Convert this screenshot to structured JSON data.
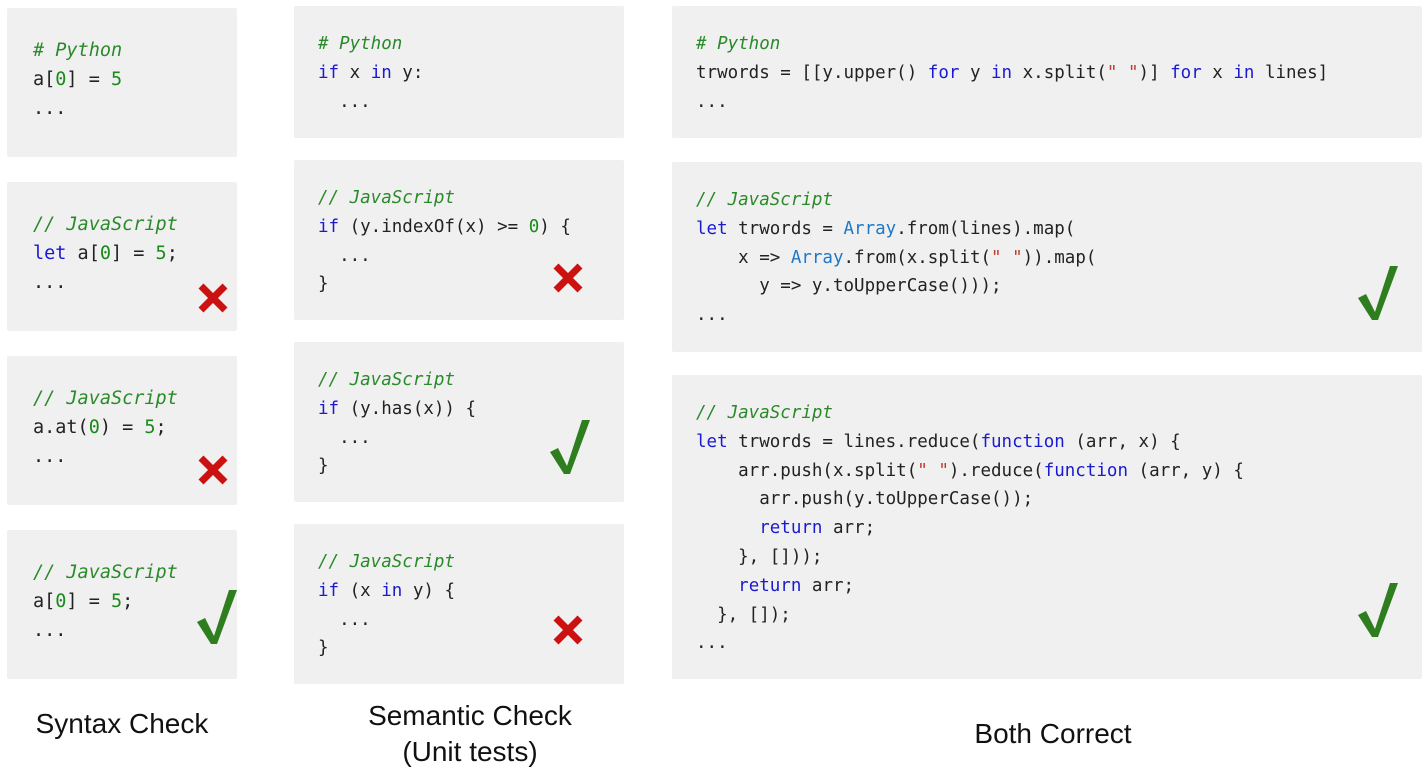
{
  "columns": {
    "syntax": {
      "caption": "Syntax Check",
      "cards": [
        {
          "comment": "# Python",
          "line2a": "a[",
          "line2b": "0",
          "line2c": "] = ",
          "line2d": "5",
          "more": "..."
        },
        {
          "comment": "// JavaScript",
          "kw": "let",
          "line2a": " a[",
          "line2b": "0",
          "line2c": "] = ",
          "line2d": "5",
          "line2e": ";",
          "more": "...",
          "verdict": "incorrect"
        },
        {
          "comment": "// JavaScript",
          "line2a": "a.at(",
          "line2b": "0",
          "line2c": ") = ",
          "line2d": "5",
          "line2e": ";",
          "more": "...",
          "verdict": "incorrect"
        },
        {
          "comment": "// JavaScript",
          "line2a": "a[",
          "line2b": "0",
          "line2c": "] = ",
          "line2d": "5",
          "line2e": ";",
          "more": "...",
          "verdict": "correct"
        }
      ]
    },
    "semantic": {
      "caption_line1": "Semantic Check",
      "caption_line2": "(Unit tests)",
      "cards": [
        {
          "comment": "# Python",
          "kw1": "if",
          "mid": " x ",
          "kw2": "in",
          "end": " y:",
          "more": "  ..."
        },
        {
          "comment": "// JavaScript",
          "kw1": "if",
          "mid": " (y.indexOf(x) >= ",
          "num": "0",
          "end": ") {",
          "more": "  ...",
          "close": "}",
          "verdict": "incorrect"
        },
        {
          "comment": "// JavaScript",
          "kw1": "if",
          "mid": " (y.has(x)) {",
          "more": "  ...",
          "close": "}",
          "verdict": "correct"
        },
        {
          "comment": "// JavaScript",
          "kw1": "if",
          "mid": " (x ",
          "kw2": "in",
          "end": " y) {",
          "more": "  ...",
          "close": "}",
          "verdict": "incorrect"
        }
      ]
    },
    "both": {
      "caption": "Both Correct",
      "cards": [
        {
          "comment": "# Python",
          "l1a": "trwords = [[y.upper() ",
          "l1kw1": "for",
          "l1b": " y ",
          "l1kw2": "in",
          "l1c": " x.split(",
          "l1str": "\" \"",
          "l1d": ")] ",
          "l1kw3": "for",
          "l1e": " x ",
          "l1kw4": "in",
          "l1f": " lines]",
          "more": "..."
        },
        {
          "comment": "// JavaScript",
          "l1kw": "let",
          "l1a": " trwords = ",
          "l1cls": "Array",
          "l1b": ".from(lines).map(",
          "l2a": "    x => ",
          "l2cls": "Array",
          "l2b": ".from(x.split(",
          "l2str": "\" \"",
          "l2c": ")).map(",
          "l3": "      y => y.toUpperCase()));",
          "more": "...",
          "verdict": "correct"
        },
        {
          "comment": "// JavaScript",
          "l1kw": "let",
          "l1a": " trwords = lines.reduce(",
          "l1kw2": "function",
          "l1b": " (arr, x) {",
          "l2a": "    arr.push(x.split(",
          "l2str": "\" \"",
          "l2b": ").reduce(",
          "l2kw": "function",
          "l2c": " (arr, y) {",
          "l3": "      arr.push(y.toUpperCase());",
          "l4pad": "      ",
          "l4kw": "return",
          "l4b": " arr;",
          "l5": "    }, []));",
          "l6pad": "    ",
          "l6kw": "return",
          "l6b": " arr;",
          "l7": "  }, []);",
          "more": "...",
          "verdict": "correct"
        }
      ]
    }
  },
  "colors": {
    "check": "#2e7d1e",
    "cross": "#cc1111",
    "card_bg": "#f0f0f0",
    "comment": "#2a8a2a",
    "keyword": "#1a1acf",
    "class": "#1e78c8",
    "string": "#c0392b"
  },
  "icons": {
    "correct": "check-mark-icon",
    "incorrect": "cross-mark-icon"
  }
}
